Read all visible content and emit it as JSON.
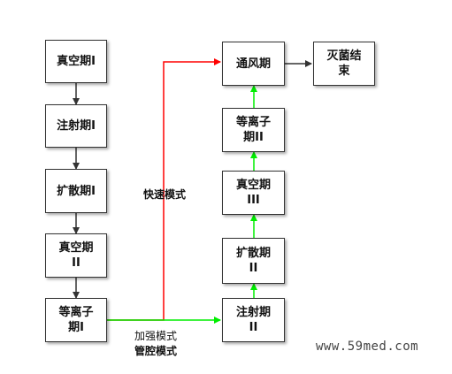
{
  "nodes": {
    "vacuum_1": "真空期I",
    "inject_1": "注射期I",
    "diffuse_1": "扩散期I",
    "vacuum_2": "真空期\nII",
    "plasma_1": "等离子\n期I",
    "ventilate": "通风期",
    "end": "灭菌结\n束",
    "plasma_2": "等离子\n期II",
    "vacuum_3": "真空期\nIII",
    "diffuse_2": "扩散期\nII",
    "inject_2": "注射期\nII"
  },
  "labels": {
    "fast_mode": "快速模式",
    "enhanced_mode": "加强模式",
    "lumen_mode": "管腔模式"
  },
  "watermark": "www.59med.com",
  "colors": {
    "fast_path": "#ff0000",
    "enhanced_path": "#00ee00",
    "flow": "#333333"
  }
}
